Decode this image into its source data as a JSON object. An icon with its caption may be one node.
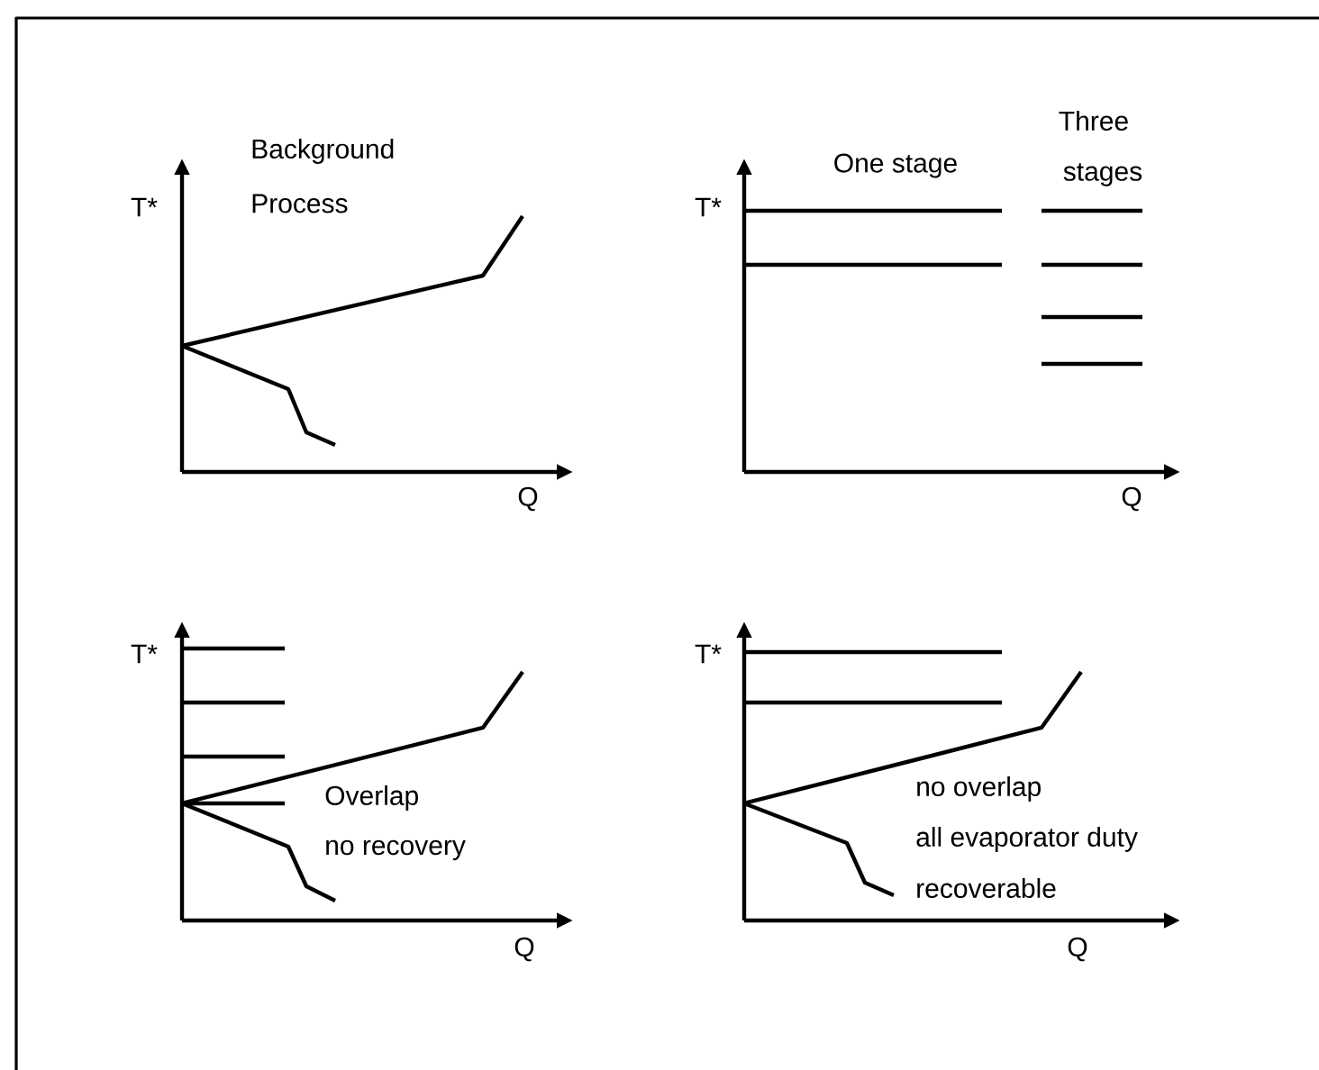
{
  "diagram": {
    "labels": [
      "T*",
      "Background",
      "Process",
      "Q",
      "One stage",
      "Three",
      "stages",
      "T*",
      "Q",
      "T*",
      "Overlap",
      "no recovery",
      "Q",
      "T*",
      "no overlap",
      "all evaporator duty",
      "recoverable",
      "Q"
    ]
  }
}
